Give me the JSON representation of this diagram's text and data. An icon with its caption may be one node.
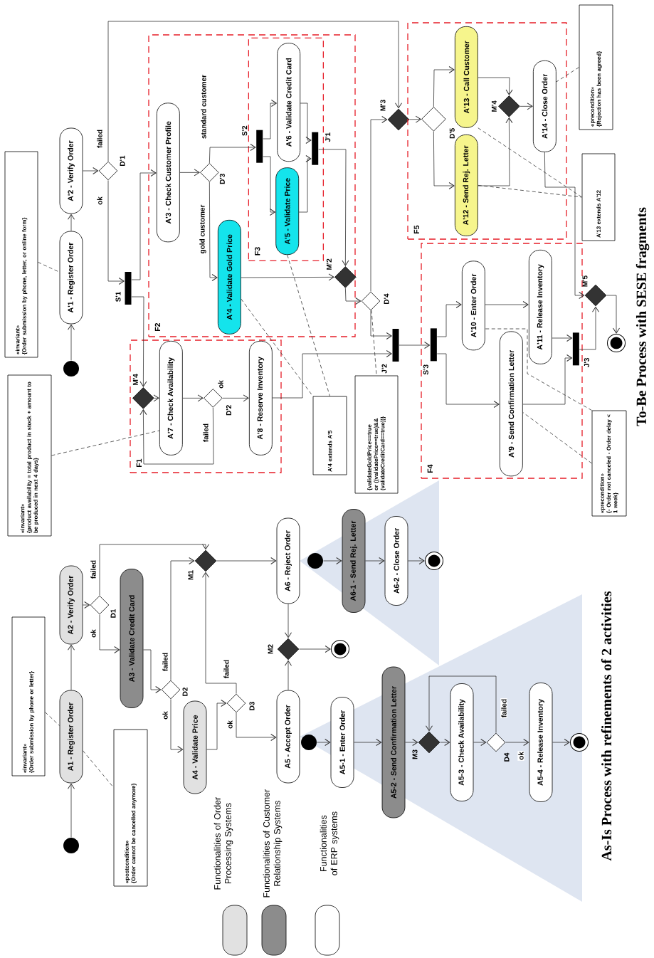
{
  "diagram": {
    "nodes": [
      {
        "text": [],
        "shape": "circle"
      },
      {
        "text": [
          "A1 - Register Order"
        ]
      },
      {
        "text": [
          "A2 - Verify Order"
        ]
      },
      {
        "text": [],
        "shape": "diamond",
        "beside": [
          "D1"
        ]
      },
      {
        "text": [
          "A3 - Validate Credit Card"
        ]
      },
      {
        "text": [],
        "shape": "diamond",
        "beside": [
          "D2"
        ]
      },
      {
        "text": [
          "A4 - Validate Price"
        ]
      },
      {
        "text": [],
        "shape": "diamond",
        "beside": [
          "D3"
        ]
      },
      {
        "text": [],
        "shape": "diamond",
        "beside": [
          "M1"
        ]
      },
      {
        "text": [
          "A5 - Accept Order"
        ]
      },
      {
        "text": [
          "A6 - Reject Order"
        ]
      },
      {
        "text": [],
        "shape": "diamond",
        "beside": [
          "M2"
        ]
      },
      {
        "text": [],
        "shape": "circle"
      },
      {
        "text": [],
        "shape": "circle"
      },
      {
        "text": [
          "A6-1 - Send Rej. Letter"
        ]
      },
      {
        "text": [
          "A6-2 - Close Order"
        ]
      },
      {
        "text": [],
        "shape": "circle"
      },
      {
        "text": [],
        "shape": "circle"
      },
      {
        "text": [
          "A5-1 - Enter Order"
        ]
      },
      {
        "text": [
          "A5-2 - Send Confirmation Letter"
        ]
      },
      {
        "text": [],
        "shape": "diamond",
        "beside": [
          "M3"
        ]
      },
      {
        "text": [
          "A5-3 - Check Availability"
        ]
      },
      {
        "text": [],
        "shape": "diamond",
        "beside": [
          "D4"
        ]
      },
      {
        "text": [
          "A5-4 - Release Inventory"
        ]
      },
      {
        "text": [],
        "shape": "circle"
      },
      {
        "text": [
          "«invariant»",
          "{Order submission by phone or letter}"
        ]
      },
      {
        "text": [
          "«postcondition»",
          "{Order cannot be cancelled anymore}"
        ]
      },
      {
        "text": [],
        "shape": "circle"
      },
      {
        "text": [
          "A'1 - Register Order"
        ]
      },
      {
        "text": [
          "A'2 - Verify Order"
        ]
      },
      {
        "text": [],
        "shape": "diamond",
        "beside": [
          "D'1"
        ]
      },
      {
        "text": [],
        "shape": "bar",
        "beside": [
          "S'1"
        ]
      },
      {
        "text": [
          "F2"
        ]
      },
      {
        "text": [
          "A'3 - Check Customer Profile"
        ],
        "in": 32
      },
      {
        "text": [],
        "shape": "diamond",
        "beside": [
          "D'3"
        ],
        "in": 32
      },
      {
        "text": [
          "F3"
        ],
        "in": 32
      },
      {
        "text": [],
        "shape": "bar",
        "beside": [
          "S'2"
        ],
        "in": 35
      },
      {
        "text": [
          "A'6 - Validate Credit Card"
        ],
        "in": 35
      },
      {
        "text": [
          "A'5 - Validate Price"
        ],
        "in": 35
      },
      {
        "text": [],
        "shape": "bar",
        "beside": [
          "J'1"
        ],
        "in": 35
      },
      {
        "text": [
          "A'4 - Validate Gold Price"
        ],
        "in": 32
      },
      {
        "text": [],
        "shape": "diamond",
        "beside": [
          "M'2"
        ],
        "in": 32
      },
      {
        "text": [],
        "shape": "diamond",
        "beside": [
          "D'4"
        ]
      },
      {
        "text": [],
        "shape": "diamond",
        "beside": [
          "M'3"
        ]
      },
      {
        "text": [
          "F1"
        ]
      },
      {
        "text": [],
        "shape": "diamond",
        "beside": [
          "M'4"
        ],
        "in": 44
      },
      {
        "text": [
          "A'7 - Check Availability"
        ],
        "in": 44
      },
      {
        "text": [],
        "shape": "diamond",
        "beside": [
          "D'2"
        ],
        "in": 44
      },
      {
        "text": [
          "A'8 - Reserve Inventory"
        ],
        "in": 44
      },
      {
        "text": [],
        "shape": "bar",
        "beside": [
          "J'2"
        ]
      },
      {
        "text": [
          "F4"
        ]
      },
      {
        "text": [],
        "shape": "bar",
        "beside": [
          "S'3"
        ],
        "in": 50
      },
      {
        "text": [
          "A'10 - Enter Order"
        ],
        "in": 50
      },
      {
        "text": [
          "A'9 - Send Confirmation Letter"
        ],
        "in": 50
      },
      {
        "text": [
          "A'11 - Release Inventory"
        ],
        "in": 50
      },
      {
        "text": [],
        "shape": "bar",
        "beside": [
          "J'3"
        ],
        "in": 50
      },
      {
        "text": [
          "F5"
        ]
      },
      {
        "text": [],
        "shape": "diamond",
        "beside": [
          "D'5"
        ],
        "in": 56
      },
      {
        "text": [
          "A'13 - Call Customer"
        ],
        "in": 56
      },
      {
        "text": [
          "A'12 - Send Rej. Letter"
        ],
        "in": 56
      },
      {
        "text": [],
        "shape": "diamond",
        "beside": [
          "M'4"
        ],
        "in": 56
      },
      {
        "text": [
          "A'14 - Close Order"
        ],
        "in": 56
      },
      {
        "text": [],
        "shape": "diamond",
        "beside": [
          "M'5"
        ]
      },
      {
        "text": [],
        "shape": "circle"
      },
      {
        "text": [
          "«invariant»",
          "{Order submission by phone, letter, or online form}"
        ]
      },
      {
        "text": [
          "«invariant»",
          "{product availability = total product in stock + amount to be produced in next 4 days}"
        ]
      },
      {
        "text": [
          "A'4 extends A'5"
        ]
      },
      {
        "text": [
          "{validateGoldPrice==true or ((validatePrice==true)&& (validateCreditCard==true))}"
        ]
      },
      {
        "text": [
          "«precondition»",
          "{- Order not canceled - Order delay < 1 week}"
        ]
      },
      {
        "text": [
          "«precondition»",
          "{Rejection has been agreed}"
        ]
      },
      {
        "text": [
          "A'13 extends A'12"
        ]
      }
    ],
    "edges": [
      {
        "from": 0,
        "to": 1,
        "arrow": "to"
      },
      {
        "from": 1,
        "to": 2,
        "arrow": "to"
      },
      {
        "from": 2,
        "to": 3,
        "arrow": "to"
      },
      {
        "from": 3,
        "to": 8,
        "arrow": "to",
        "label": "failed"
      },
      {
        "from": 3,
        "to": 4,
        "arrow": "to",
        "label": "ok"
      },
      {
        "from": 4,
        "to": 5,
        "arrow": "to"
      },
      {
        "from": 5,
        "to": 8,
        "arrow": "to",
        "label": "failed"
      },
      {
        "from": 5,
        "to": 6,
        "arrow": "to",
        "label": "ok"
      },
      {
        "from": 6,
        "to": 7,
        "arrow": "to"
      },
      {
        "from": 7,
        "to": 8,
        "arrow": "to",
        "label": "failed"
      },
      {
        "from": 7,
        "to": 9,
        "arrow": "to",
        "label": "ok"
      },
      {
        "from": 8,
        "to": 10,
        "arrow": "to"
      },
      {
        "from": 10,
        "to": 11,
        "arrow": "to"
      },
      {
        "from": 9,
        "to": 11,
        "arrow": "to"
      },
      {
        "from": 11,
        "to": 12,
        "arrow": "to"
      },
      {
        "from": 13,
        "to": 14,
        "arrow": "to"
      },
      {
        "from": 14,
        "to": 15,
        "arrow": "to"
      },
      {
        "from": 15,
        "to": 16,
        "arrow": "to"
      },
      {
        "from": 17,
        "to": 18,
        "arrow": "to"
      },
      {
        "from": 18,
        "to": 19,
        "arrow": "to"
      },
      {
        "from": 19,
        "to": 20,
        "arrow": "to"
      },
      {
        "from": 20,
        "to": 21,
        "arrow": "to"
      },
      {
        "from": 21,
        "to": 22,
        "arrow": "to"
      },
      {
        "from": 22,
        "to": 23,
        "arrow": "to",
        "label": "ok"
      },
      {
        "from": 23,
        "to": 24,
        "arrow": "to"
      },
      {
        "from": 22,
        "to": 20,
        "arrow": "to",
        "label": "failed"
      },
      {
        "from": 27,
        "to": 28,
        "arrow": "to"
      },
      {
        "from": 28,
        "to": 29,
        "arrow": "to"
      },
      {
        "from": 29,
        "to": 30,
        "arrow": "to"
      },
      {
        "from": 30,
        "to": 43,
        "arrow": "to",
        "label": "failed"
      },
      {
        "from": 30,
        "to": 31,
        "arrow": "to",
        "label": "ok"
      },
      {
        "from": 31,
        "to": 33,
        "arrow": "to"
      },
      {
        "from": 31,
        "to": 45,
        "arrow": "to"
      },
      {
        "from": 33,
        "to": 34,
        "arrow": "to"
      },
      {
        "from": 34,
        "to": 36,
        "arrow": "to",
        "label": "standard customer"
      },
      {
        "from": 34,
        "to": 40,
        "arrow": "to",
        "label": "gold customer"
      },
      {
        "from": 36,
        "to": 37,
        "arrow": "to"
      },
      {
        "from": 36,
        "to": 38,
        "arrow": "to"
      },
      {
        "from": 37,
        "to": 39,
        "arrow": "to"
      },
      {
        "from": 38,
        "to": 39,
        "arrow": "to"
      },
      {
        "from": 39,
        "to": 41,
        "arrow": "to"
      },
      {
        "from": 40,
        "to": 41,
        "arrow": "to"
      },
      {
        "from": 41,
        "to": 42,
        "arrow": "to"
      },
      {
        "from": 42,
        "to": 43,
        "arrow": "to"
      },
      {
        "from": 42,
        "to": 49,
        "arrow": "to"
      },
      {
        "from": 48,
        "to": 49,
        "arrow": "to"
      },
      {
        "from": 45,
        "to": 46,
        "arrow": "to"
      },
      {
        "from": 46,
        "to": 47,
        "arrow": "to"
      },
      {
        "from": 47,
        "to": 48,
        "arrow": "to",
        "label": "ok"
      },
      {
        "from": 47,
        "to": 45,
        "arrow": "to",
        "label": "failed"
      },
      {
        "from": 49,
        "to": 51,
        "arrow": "to"
      },
      {
        "from": 51,
        "to": 52,
        "arrow": "to"
      },
      {
        "from": 51,
        "to": 53,
        "arrow": "to"
      },
      {
        "from": 52,
        "to": 54,
        "arrow": "to"
      },
      {
        "from": 54,
        "to": 55,
        "arrow": "to"
      },
      {
        "from": 53,
        "to": 55,
        "arrow": "to"
      },
      {
        "from": 55,
        "to": 62,
        "arrow": "to"
      },
      {
        "from": 62,
        "to": 63,
        "arrow": "to"
      },
      {
        "from": 61,
        "to": 62,
        "arrow": "to"
      },
      {
        "from": 43,
        "to": 57,
        "arrow": "to"
      },
      {
        "from": 57,
        "to": 58,
        "arrow": "to"
      },
      {
        "from": 57,
        "to": 59,
        "arrow": "to"
      },
      {
        "from": 58,
        "to": 60,
        "arrow": "to"
      },
      {
        "from": 59,
        "to": 60,
        "arrow": "to"
      },
      {
        "from": 60,
        "to": 61,
        "arrow": "to"
      },
      {
        "from": 25,
        "to": 1,
        "arrow": "none",
        "style": "dashed"
      },
      {
        "from": 1,
        "to": 26,
        "arrow": "none",
        "style": "dashed"
      },
      {
        "from": 64,
        "to": 28,
        "arrow": "none",
        "style": "dashed"
      },
      {
        "from": 65,
        "to": 46,
        "arrow": "none",
        "style": "dashed"
      },
      {
        "from": 40,
        "to": 66,
        "arrow": "none",
        "style": "dashed"
      },
      {
        "from": 38,
        "to": 66,
        "arrow": "none",
        "style": "dashed"
      },
      {
        "from": 42,
        "to": 67,
        "arrow": "none",
        "style": "dashed"
      },
      {
        "from": 68,
        "to": 53,
        "arrow": "none",
        "style": "dashed"
      },
      {
        "from": 68,
        "to": 52,
        "arrow": "none",
        "style": "dashed"
      },
      {
        "from": 69,
        "to": 61,
        "arrow": "none",
        "style": "dashed"
      },
      {
        "from": 58,
        "to": 70,
        "arrow": "none",
        "style": "dashed"
      },
      {
        "from": 59,
        "to": 70,
        "arrow": "none",
        "style": "dashed"
      }
    ],
    "labels": [
      "As-Is Process with refinements of 2 activities",
      "To-Be Process with SESE fragments"
    ],
    "legend": [
      {
        "text": "Functionalities of Order Processing Systems"
      },
      {
        "text": "Functionalities of Customer Relationship Systems"
      },
      {
        "text": "Functionalities of ERP systems"
      }
    ]
  }
}
